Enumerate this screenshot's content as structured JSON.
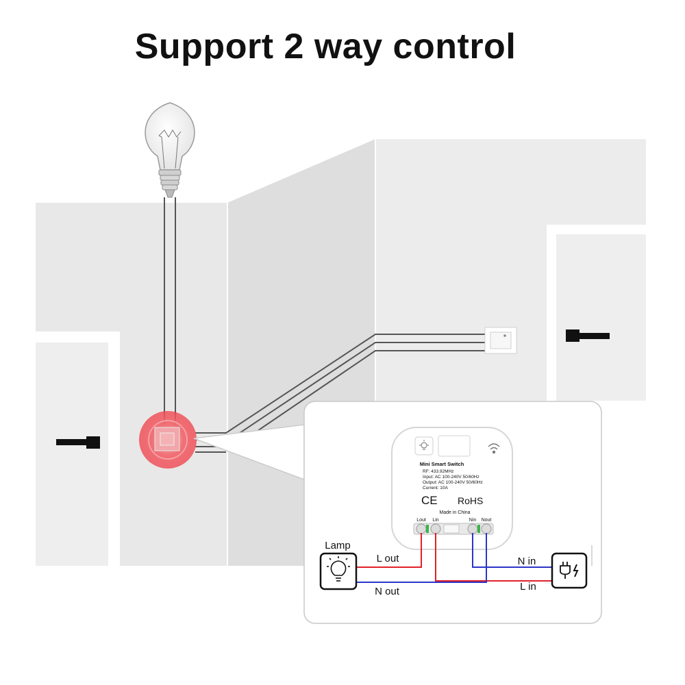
{
  "title": "Support 2 way control",
  "device": {
    "name": "Mini Smart Switch",
    "rf": "RF: 433.92MHz",
    "input": "Input:  AC 100-240V  50/60Hz",
    "output": "Output:  AC 100-240V  50/60Hz",
    "current": "Current:  10A",
    "ce": "CE",
    "rohs": "RoHS",
    "made_in": "Made in China",
    "terminals": [
      "Lout",
      "Lin",
      "Nin",
      "Nout"
    ]
  },
  "wiring": {
    "lamp_label": "Lamp",
    "l_out": "L out",
    "n_out": "N out",
    "n_in": "N in",
    "l_in": "L in"
  },
  "colors": {
    "live_wire": "#e0202a",
    "neutral_wire": "#2a35c8",
    "highlight": "#f04a52"
  }
}
